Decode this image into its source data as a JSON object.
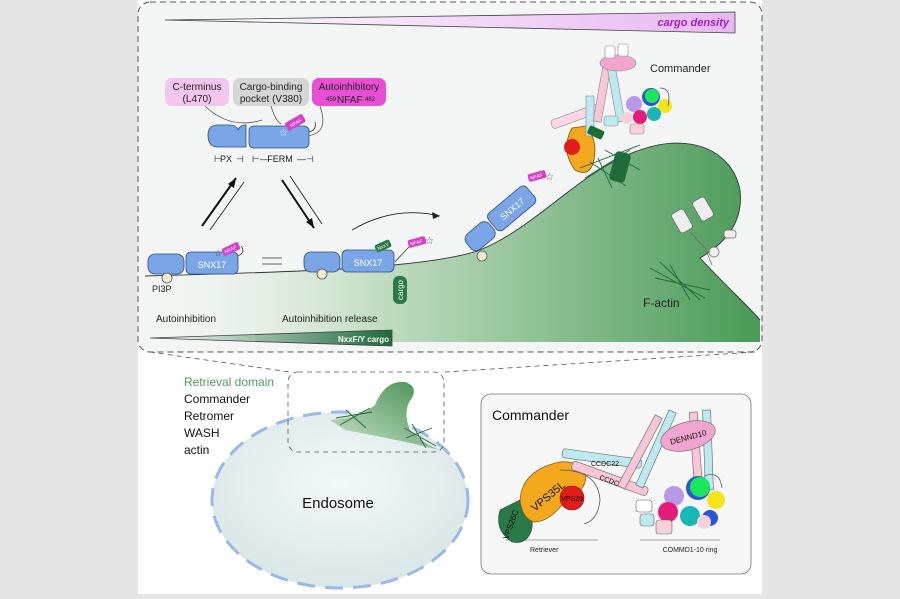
{
  "top_panel": {
    "gradient_label": "cargo density",
    "callout_cterm_line1": "C-terminus",
    "callout_cterm_line2": "(L470)",
    "callout_pocket_line1": "Cargo-binding",
    "callout_pocket_line2": "pocket (V380)",
    "callout_auto_line1": "Autoinhibitory",
    "callout_auto_sup1": "459",
    "callout_auto_main": "NFAF",
    "callout_auto_sup2": "462",
    "domain_px": "PX",
    "domain_ferm": "FERM",
    "nfaf_tag": "NFAF",
    "nxxy_tag": "NxxY",
    "snx17_label": "SNX17",
    "pi3p_label": "PI3P",
    "cargo_label": "cargo",
    "commander_label": "Commander",
    "factin_label": "F-actin",
    "autoinhibition_label": "Autoinhibition",
    "release_label": "Autoinhibition release",
    "nxxfy_label": "NxxF/Y cargo"
  },
  "legend": {
    "retrieval": "Retrieval domain",
    "commander": "Commander",
    "retromer": "Retromer",
    "wash": "WASH",
    "actin": "actin"
  },
  "endosome_label": "Endosome",
  "commander_panel": {
    "title": "Commander",
    "denndi0": "DENND10",
    "ccdc22": "CCDC22",
    "ccdc93": "CCDC93",
    "vps35l": "VPS35L",
    "vps29": "VPS29",
    "vps26c": "VPS26C",
    "retriever": "Retriever",
    "commd_ring": "COMMD1-10 ring"
  },
  "colors": {
    "snx17_blue": "#7aa6e8",
    "nfaf_magenta": "#d63fc8",
    "cargo_green": "#2a7a48",
    "membrane_green": "#4f9d5a",
    "purple_text": "#a020c0",
    "vps35l_orange": "#f4a81e",
    "vps29_red": "#e41b1b",
    "denn_pink": "#f2a6cf"
  }
}
